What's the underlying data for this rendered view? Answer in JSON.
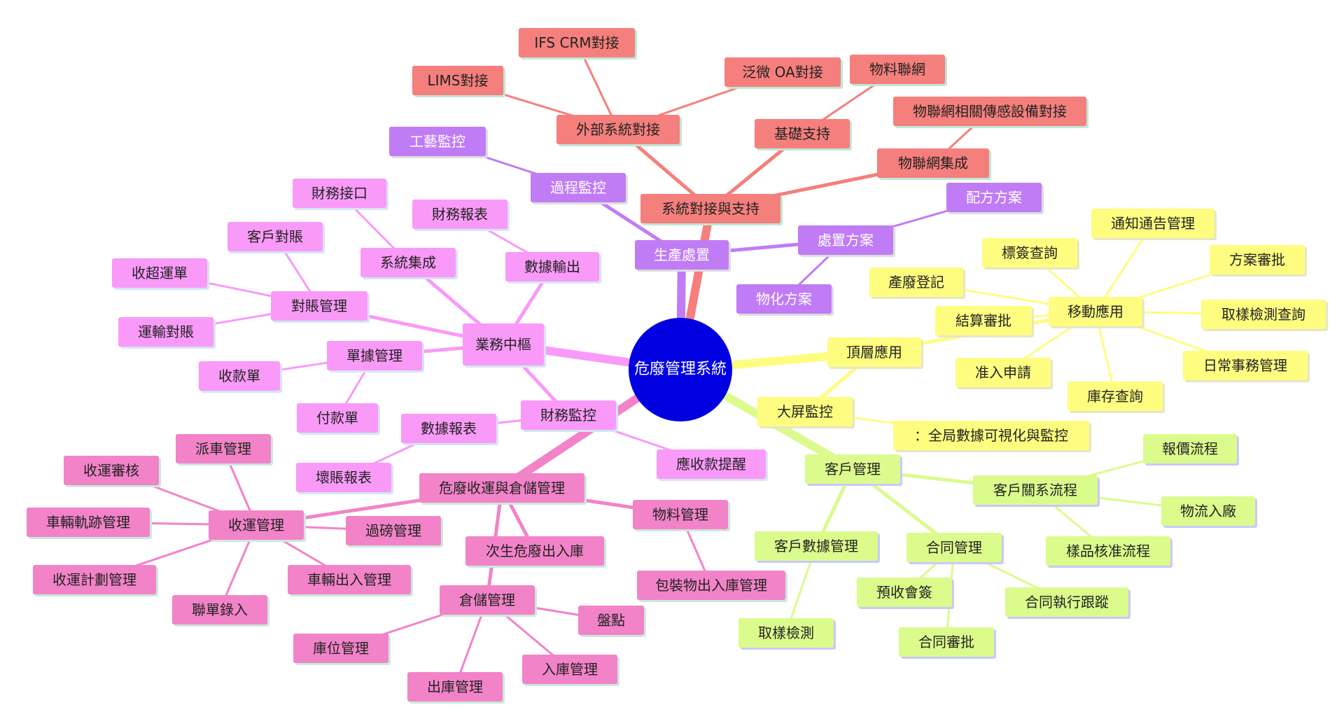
{
  "colors": {
    "root": "#0000e0",
    "red": "#f57f7c",
    "purple": "#c07cf5",
    "yellow": "#fefd80",
    "green": "#dbfb8c",
    "magenta": "#f99af8",
    "pink": "#f283c8"
  },
  "mindmap": {
    "root": "危廢管理系統",
    "nodes": [
      {
        "id": "sys",
        "label": "系統對接與支持"
      },
      {
        "id": "ext",
        "label": "外部系統對接"
      },
      {
        "id": "ifs",
        "label": "IFS CRM對接"
      },
      {
        "id": "lims",
        "label": "LIMS對接"
      },
      {
        "id": "oa",
        "label": "泛微 OA對接"
      },
      {
        "id": "base",
        "label": "基礎支持"
      },
      {
        "id": "matnet",
        "label": "物料聯網"
      },
      {
        "id": "iot",
        "label": "物聯網集成"
      },
      {
        "id": "iotdev",
        "label": "物聯網相關傳感設備對接"
      },
      {
        "id": "prod",
        "label": "生產處置"
      },
      {
        "id": "proc",
        "label": "過程監控"
      },
      {
        "id": "craft",
        "label": "工藝監控"
      },
      {
        "id": "disp",
        "label": "處置方案"
      },
      {
        "id": "dispplan",
        "label": "配方方案"
      },
      {
        "id": "chem",
        "label": "物化方案"
      },
      {
        "id": "top",
        "label": "頂層應用"
      },
      {
        "id": "mobile",
        "label": "移動應用"
      },
      {
        "id": "notice",
        "label": "通知通告管理"
      },
      {
        "id": "label",
        "label": "標簽查詢"
      },
      {
        "id": "planapp",
        "label": "方案審批"
      },
      {
        "id": "gen",
        "label": "產廢登記"
      },
      {
        "id": "sample",
        "label": "取樣檢測查詢"
      },
      {
        "id": "settle",
        "label": "結算審批"
      },
      {
        "id": "daily",
        "label": "日常事務管理"
      },
      {
        "id": "admit",
        "label": "准入申請"
      },
      {
        "id": "stock",
        "label": "庫存查詢"
      },
      {
        "id": "screen",
        "label": "大屏監控"
      },
      {
        "id": "screendesc",
        "label": "：全局數據可視化與監控"
      },
      {
        "id": "cust",
        "label": "客戶管理"
      },
      {
        "id": "crm",
        "label": "客戶關系流程"
      },
      {
        "id": "quote",
        "label": "報價流程"
      },
      {
        "id": "login",
        "label": "物流入廠"
      },
      {
        "id": "sampleflow",
        "label": "樣品核准流程"
      },
      {
        "id": "custdata",
        "label": "客戶數據管理"
      },
      {
        "id": "contract",
        "label": "合同管理"
      },
      {
        "id": "presign",
        "label": "預收會簽"
      },
      {
        "id": "exec",
        "label": "合同執行跟蹤"
      },
      {
        "id": "sampletest",
        "label": "取樣檢測"
      },
      {
        "id": "capprove",
        "label": "合同審批"
      },
      {
        "id": "biz",
        "label": "業務中樞"
      },
      {
        "id": "sysint",
        "label": "系統集成"
      },
      {
        "id": "finif",
        "label": "財務接口"
      },
      {
        "id": "dataout",
        "label": "數據輸出"
      },
      {
        "id": "finrep",
        "label": "財務報表"
      },
      {
        "id": "recon",
        "label": "對賬管理"
      },
      {
        "id": "custrecon",
        "label": "客戶對賬"
      },
      {
        "id": "overship",
        "label": "收超運單"
      },
      {
        "id": "transrecon",
        "label": "運輸對賬"
      },
      {
        "id": "docmgmt",
        "label": "單據管理"
      },
      {
        "id": "receipt",
        "label": "收款單"
      },
      {
        "id": "payment",
        "label": "付款單"
      },
      {
        "id": "finmon",
        "label": "財務監控"
      },
      {
        "id": "datarep",
        "label": "數據報表"
      },
      {
        "id": "badrep",
        "label": "壞賬報表"
      },
      {
        "id": "arremind",
        "label": "應收款提醒"
      },
      {
        "id": "hw",
        "label": "危廢收運與倉儲管理"
      },
      {
        "id": "collect",
        "label": "收運管理"
      },
      {
        "id": "dispatch",
        "label": "派車管理"
      },
      {
        "id": "audit",
        "label": "收運審核"
      },
      {
        "id": "track",
        "label": "車輛軌跡管理"
      },
      {
        "id": "plan",
        "label": "收運計劃管理"
      },
      {
        "id": "form",
        "label": "聯單錄入"
      },
      {
        "id": "vehio",
        "label": "車輛出入管理"
      },
      {
        "id": "weigh",
        "label": "過磅管理"
      },
      {
        "id": "secondary",
        "label": "次生危廢出入庫"
      },
      {
        "id": "matmgmt",
        "label": "物料管理"
      },
      {
        "id": "pack",
        "label": "包裝物出入庫管理"
      },
      {
        "id": "wh",
        "label": "倉儲管理"
      },
      {
        "id": "inv",
        "label": "盤點"
      },
      {
        "id": "loc",
        "label": "庫位管理"
      },
      {
        "id": "inbound",
        "label": "入庫管理"
      },
      {
        "id": "outbound",
        "label": "出庫管理"
      }
    ]
  }
}
